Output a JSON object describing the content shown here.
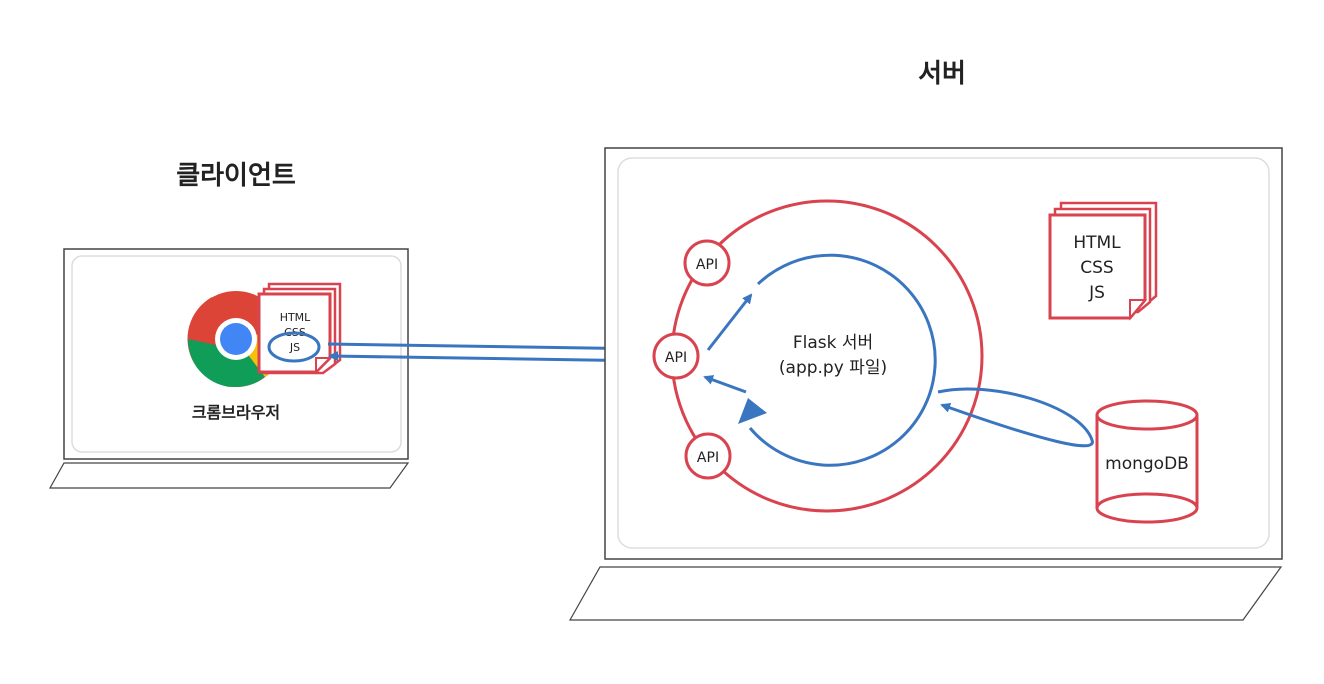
{
  "client": {
    "title": "클라이언트",
    "browser_label": "크롬브라우저",
    "files": {
      "html": "HTML",
      "css": "CSS",
      "js": "JS"
    }
  },
  "server": {
    "title": "서버",
    "flask_label_line1": "Flask 서버",
    "flask_label_line2": "(app.py 파일)",
    "api_top": "API",
    "api_middle": "API",
    "api_bottom": "API",
    "files": {
      "html": "HTML",
      "css": "CSS",
      "js": "JS"
    },
    "database_label": "mongoDB"
  },
  "colors": {
    "red": "#d9434f",
    "blue": "#3a76c0",
    "frame": "#444444",
    "inner_frame": "#dddddd"
  }
}
